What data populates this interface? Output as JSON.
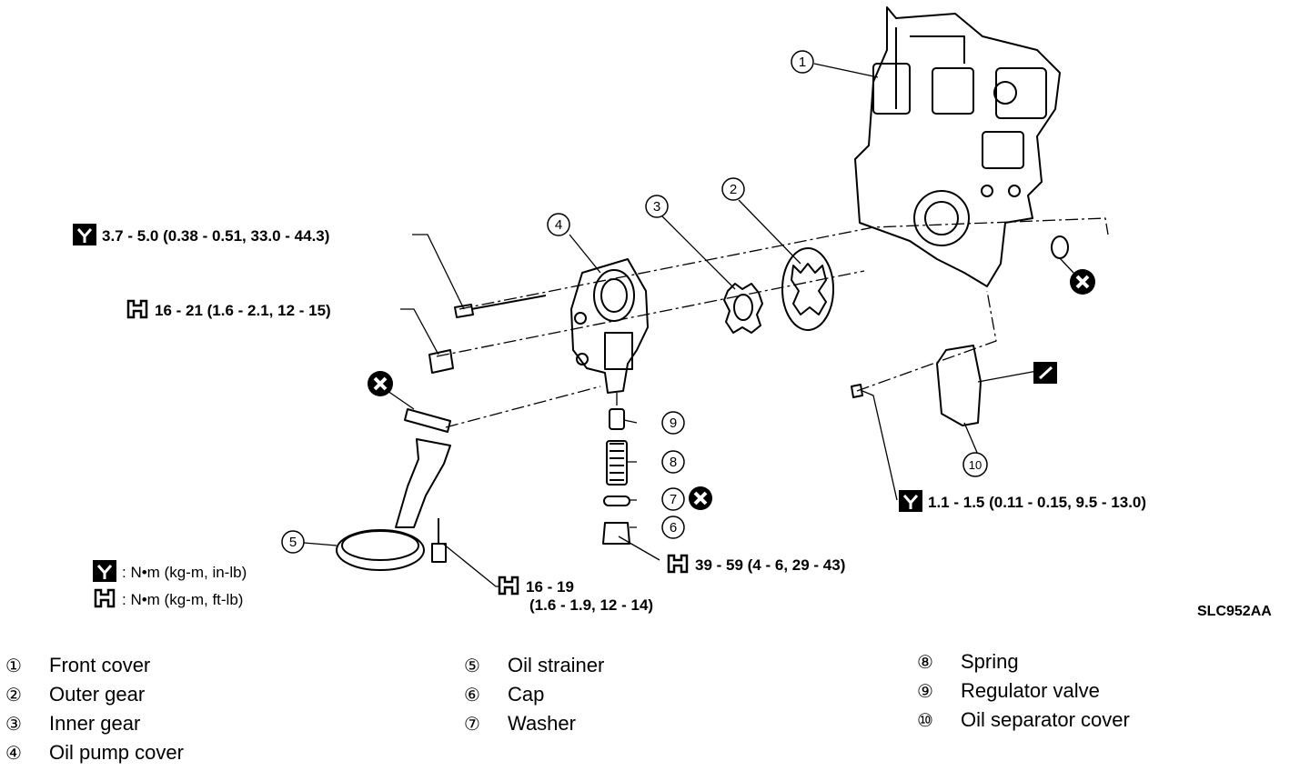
{
  "callouts": [
    "1",
    "2",
    "3",
    "4",
    "5",
    "6",
    "7",
    "8",
    "9",
    "10"
  ],
  "torque_specs": {
    "bolt_upper": "3.7 - 5.0 (0.38 - 0.51, 33.0 - 44.3)",
    "bolt_middle": "16 - 21 (1.6 - 2.1, 12 - 15)",
    "strainer_bolt_line1": "16 - 19",
    "strainer_bolt_line2": "(1.6 - 1.9, 12 - 14)",
    "cap": "39 - 59 (4 - 6, 29 - 43)",
    "separator_bolt": "1.1 - 1.5 (0.11 - 0.15, 9.5 - 13.0)"
  },
  "units": {
    "in_lb": ": N•m (kg-m, in-lb)",
    "ft_lb": ": N•m (kg-m, ft-lb)"
  },
  "figure_code": "SLC952AA",
  "parts": [
    {
      "num": "①",
      "name": "Front cover"
    },
    {
      "num": "②",
      "name": "Outer gear"
    },
    {
      "num": "③",
      "name": "Inner gear"
    },
    {
      "num": "④",
      "name": "Oil pump cover"
    },
    {
      "num": "⑤",
      "name": "Oil strainer"
    },
    {
      "num": "⑥",
      "name": "Cap"
    },
    {
      "num": "⑦",
      "name": "Washer"
    },
    {
      "num": "⑧",
      "name": "Spring"
    },
    {
      "num": "⑨",
      "name": "Regulator valve"
    },
    {
      "num": "⑩",
      "name": "Oil separator cover"
    }
  ]
}
